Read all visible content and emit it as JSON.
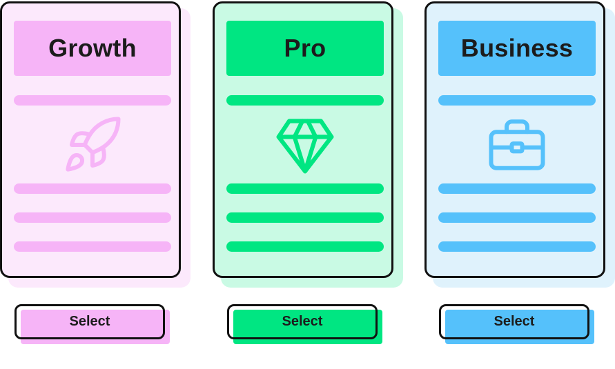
{
  "plans": [
    {
      "id": "growth",
      "title": "Growth",
      "icon": "rocket-icon",
      "select_label": "Select",
      "colors": {
        "card_bg": "#fce9fc",
        "accent": "#f6b4f7",
        "icon": "#f6b4f7"
      }
    },
    {
      "id": "pro",
      "title": "Pro",
      "icon": "diamond-icon",
      "select_label": "Select",
      "colors": {
        "card_bg": "#c9fae4",
        "accent": "#00e682",
        "icon": "#00e682"
      }
    },
    {
      "id": "business",
      "title": "Business",
      "icon": "briefcase-icon",
      "select_label": "Select",
      "colors": {
        "card_bg": "#dff2fc",
        "accent": "#55c1fb",
        "icon": "#55c1fb"
      }
    }
  ]
}
